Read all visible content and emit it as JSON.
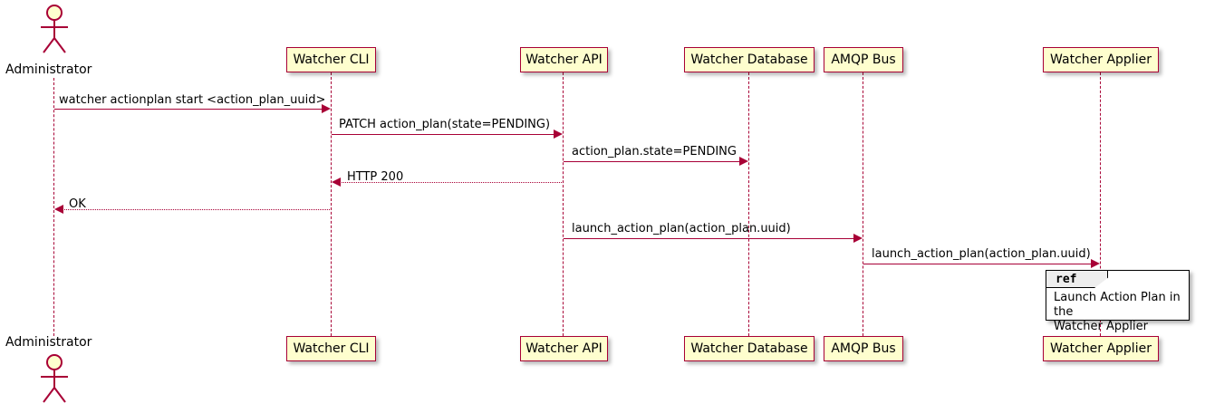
{
  "diagram": {
    "type": "uml-sequence-diagram",
    "colors": {
      "participant_fill": "#FEFECE",
      "participant_border": "#A80036",
      "line": "#A80036",
      "ref_fill": "#FFFFFF",
      "ref_border": "#000000",
      "ref_tab_fill": "#EEEEEE",
      "text": "#000000",
      "background": "#FFFFFF"
    }
  },
  "participants": [
    {
      "id": "administrator",
      "label": "Administrator",
      "kind": "actor"
    },
    {
      "id": "watcher-cli",
      "label": "Watcher CLI",
      "kind": "participant"
    },
    {
      "id": "watcher-api",
      "label": "Watcher API",
      "kind": "participant"
    },
    {
      "id": "watcher-database",
      "label": "Watcher Database",
      "kind": "participant"
    },
    {
      "id": "amqp-bus",
      "label": "AMQP Bus",
      "kind": "participant"
    },
    {
      "id": "watcher-applier",
      "label": "Watcher Applier",
      "kind": "participant"
    }
  ],
  "messages": [
    {
      "label": "watcher actionplan start <action_plan_uuid>",
      "from": "administrator",
      "to": "watcher-cli",
      "style": "solid",
      "direction": "right"
    },
    {
      "label": "PATCH action_plan(state=PENDING)",
      "from": "watcher-cli",
      "to": "watcher-api",
      "style": "solid",
      "direction": "right"
    },
    {
      "label": "action_plan.state=PENDING",
      "from": "watcher-api",
      "to": "watcher-database",
      "style": "solid",
      "direction": "right"
    },
    {
      "label": "HTTP 200",
      "from": "watcher-api",
      "to": "watcher-cli",
      "style": "dotted",
      "direction": "left"
    },
    {
      "label": "OK",
      "from": "watcher-cli",
      "to": "administrator",
      "style": "dotted",
      "direction": "left"
    },
    {
      "label": "launch_action_plan(action_plan.uuid)",
      "from": "watcher-api",
      "to": "amqp-bus",
      "style": "solid",
      "direction": "right"
    },
    {
      "label": "launch_action_plan(action_plan.uuid)",
      "from": "amqp-bus",
      "to": "watcher-applier",
      "style": "solid",
      "direction": "right"
    }
  ],
  "ref_fragment": {
    "tab_label": "ref",
    "line1": "Launch Action Plan in the",
    "line2": "Watcher Applier"
  }
}
